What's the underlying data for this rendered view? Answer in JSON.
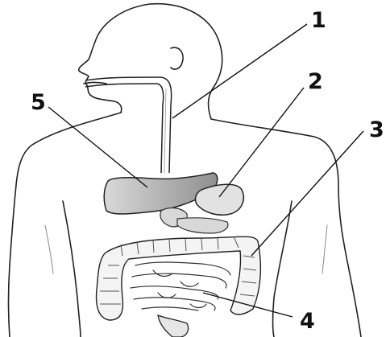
{
  "labels": [
    {
      "id": "label-1",
      "text": "1"
    },
    {
      "id": "label-2",
      "text": "2"
    },
    {
      "id": "label-3",
      "text": "3"
    },
    {
      "id": "label-4",
      "text": "4"
    },
    {
      "id": "label-5",
      "text": "5"
    }
  ],
  "colors": {
    "ink": "#1a1a1a",
    "organ_fill": "#cfcfcf",
    "organ_dark": "#9a9a9a",
    "background": "#ffffff"
  }
}
